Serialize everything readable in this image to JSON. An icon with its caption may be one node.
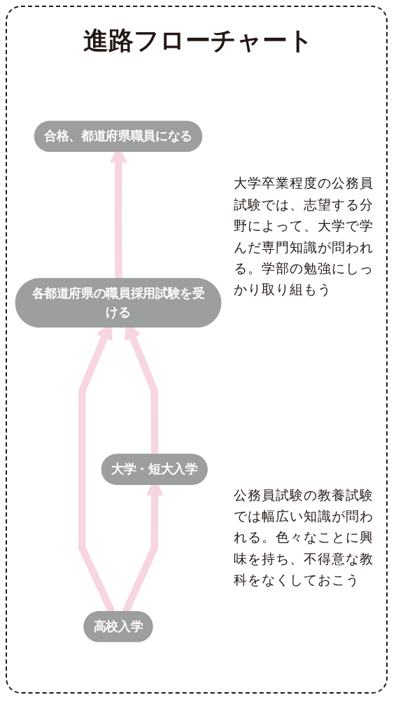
{
  "diagram": {
    "title": "進路フローチャート",
    "nodes": [
      {
        "text": [
          "合格、都道府県職員になる"
        ]
      },
      {
        "text": [
          "各都道府県の職員採用試験を受ける"
        ]
      },
      {
        "text": [
          "大学・短大入学"
        ]
      },
      {
        "text": [
          "高校入学"
        ]
      }
    ],
    "edges": [
      {
        "from": 3,
        "to": 1,
        "arrow": "to"
      },
      {
        "from": 3,
        "to": 2,
        "arrow": "to"
      },
      {
        "from": 2,
        "to": 1,
        "arrow": "to"
      },
      {
        "from": 1,
        "to": 0,
        "arrow": "to"
      }
    ],
    "labels": [
      "大学卒業程度の公務員試験では、志望する分野によって、大学で学んだ専門知識が問われる。学部の勉強にしっかり取り組もう",
      "公務員試験の教養試験では幅広い知識が問われる。色々なことに興味を持ち、不得意な教科をなくしておこう"
    ]
  }
}
